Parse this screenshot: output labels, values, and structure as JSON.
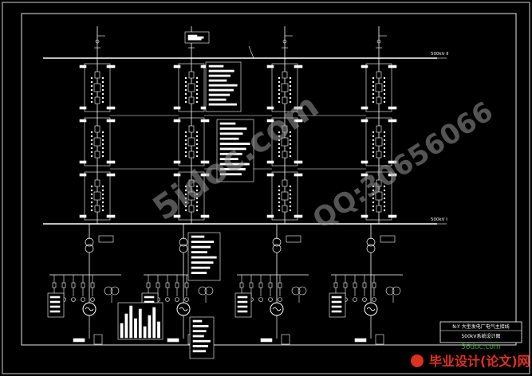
{
  "drawing": {
    "bus_labels": {
      "upper": "500kV II",
      "lower": "500kV I"
    },
    "title_block": {
      "line1": "N-Y 大型发电厂电气主接线",
      "line2": "500kV系统设计图"
    },
    "watermarks": {
      "diagonal_site": "5idoc.com",
      "diagonal_qq": "QQ:30656066",
      "footer_brand": "毕业设计(论文)网",
      "footer_url": "56doc.com"
    },
    "colors": {
      "background": "#000000",
      "lines": "#ffffff",
      "frame": "#dcdcdc",
      "watermark": "#8a8a8a",
      "brand_red": "#e0301e",
      "brand_green": "#3a9a2a"
    }
  }
}
